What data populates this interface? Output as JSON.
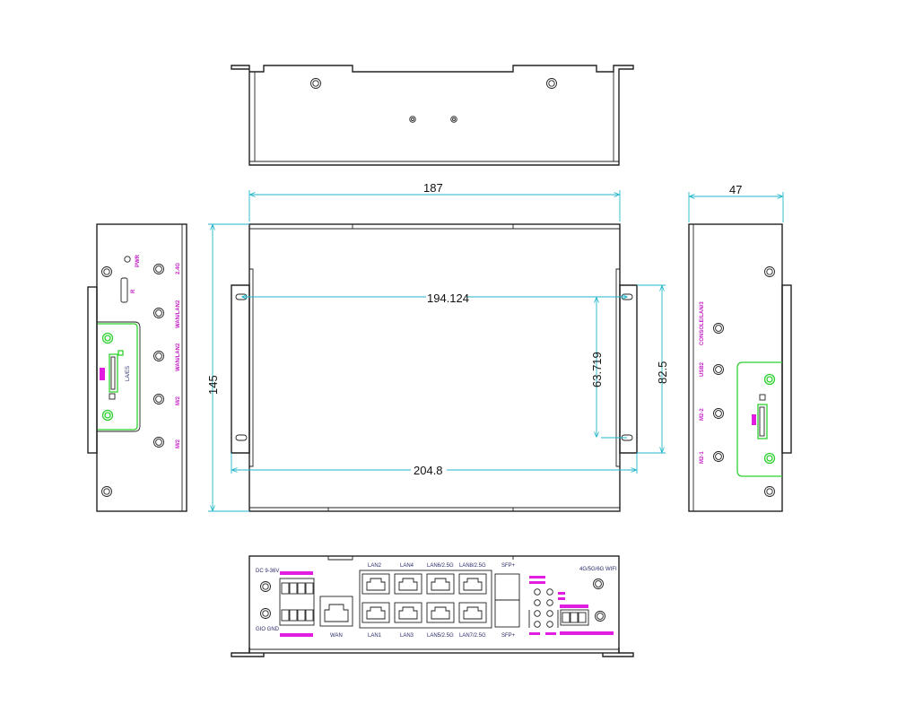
{
  "dimensions": {
    "width": "187",
    "height": "145",
    "depth": "47",
    "hole_spacing_horizontal": "194.124",
    "hole_spacing_vertical": "63.719",
    "bracket_height": "82.5",
    "bracket_width": "204.8"
  },
  "left_panel": {
    "pwr": "PWR",
    "reset": "R",
    "antenna_labels": [
      "2.4G",
      "WAN/LAN2",
      "WAN/LAN2",
      "M/2",
      "M/2"
    ],
    "slot_label": "LA/ES"
  },
  "right_panel": {
    "antenna_labels": [
      "CONSOLE/LAN/3",
      "USB2",
      "M2-2",
      "M2-1"
    ]
  },
  "front_panel": {
    "power_label": "DC 9-36V",
    "ground_label": "GIO GND",
    "wan_label": "WAN",
    "lan_top": [
      "LAN2",
      "LAN4",
      "LAN6/2.5G",
      "LAN8/2.5G"
    ],
    "lan_bottom": [
      "LAN1",
      "LAN3",
      "LAN5/2.5G",
      "LAN7/2.5G"
    ],
    "sfp_top": "SFP+",
    "sfp_bottom": "SFP+",
    "wifi_label": "4G/5G/6G WIFI"
  },
  "colors": {
    "outline": "#222222",
    "dimension": "#1fb6c8",
    "label": "#c21fc2",
    "sim_tray": "#2fd12f"
  }
}
